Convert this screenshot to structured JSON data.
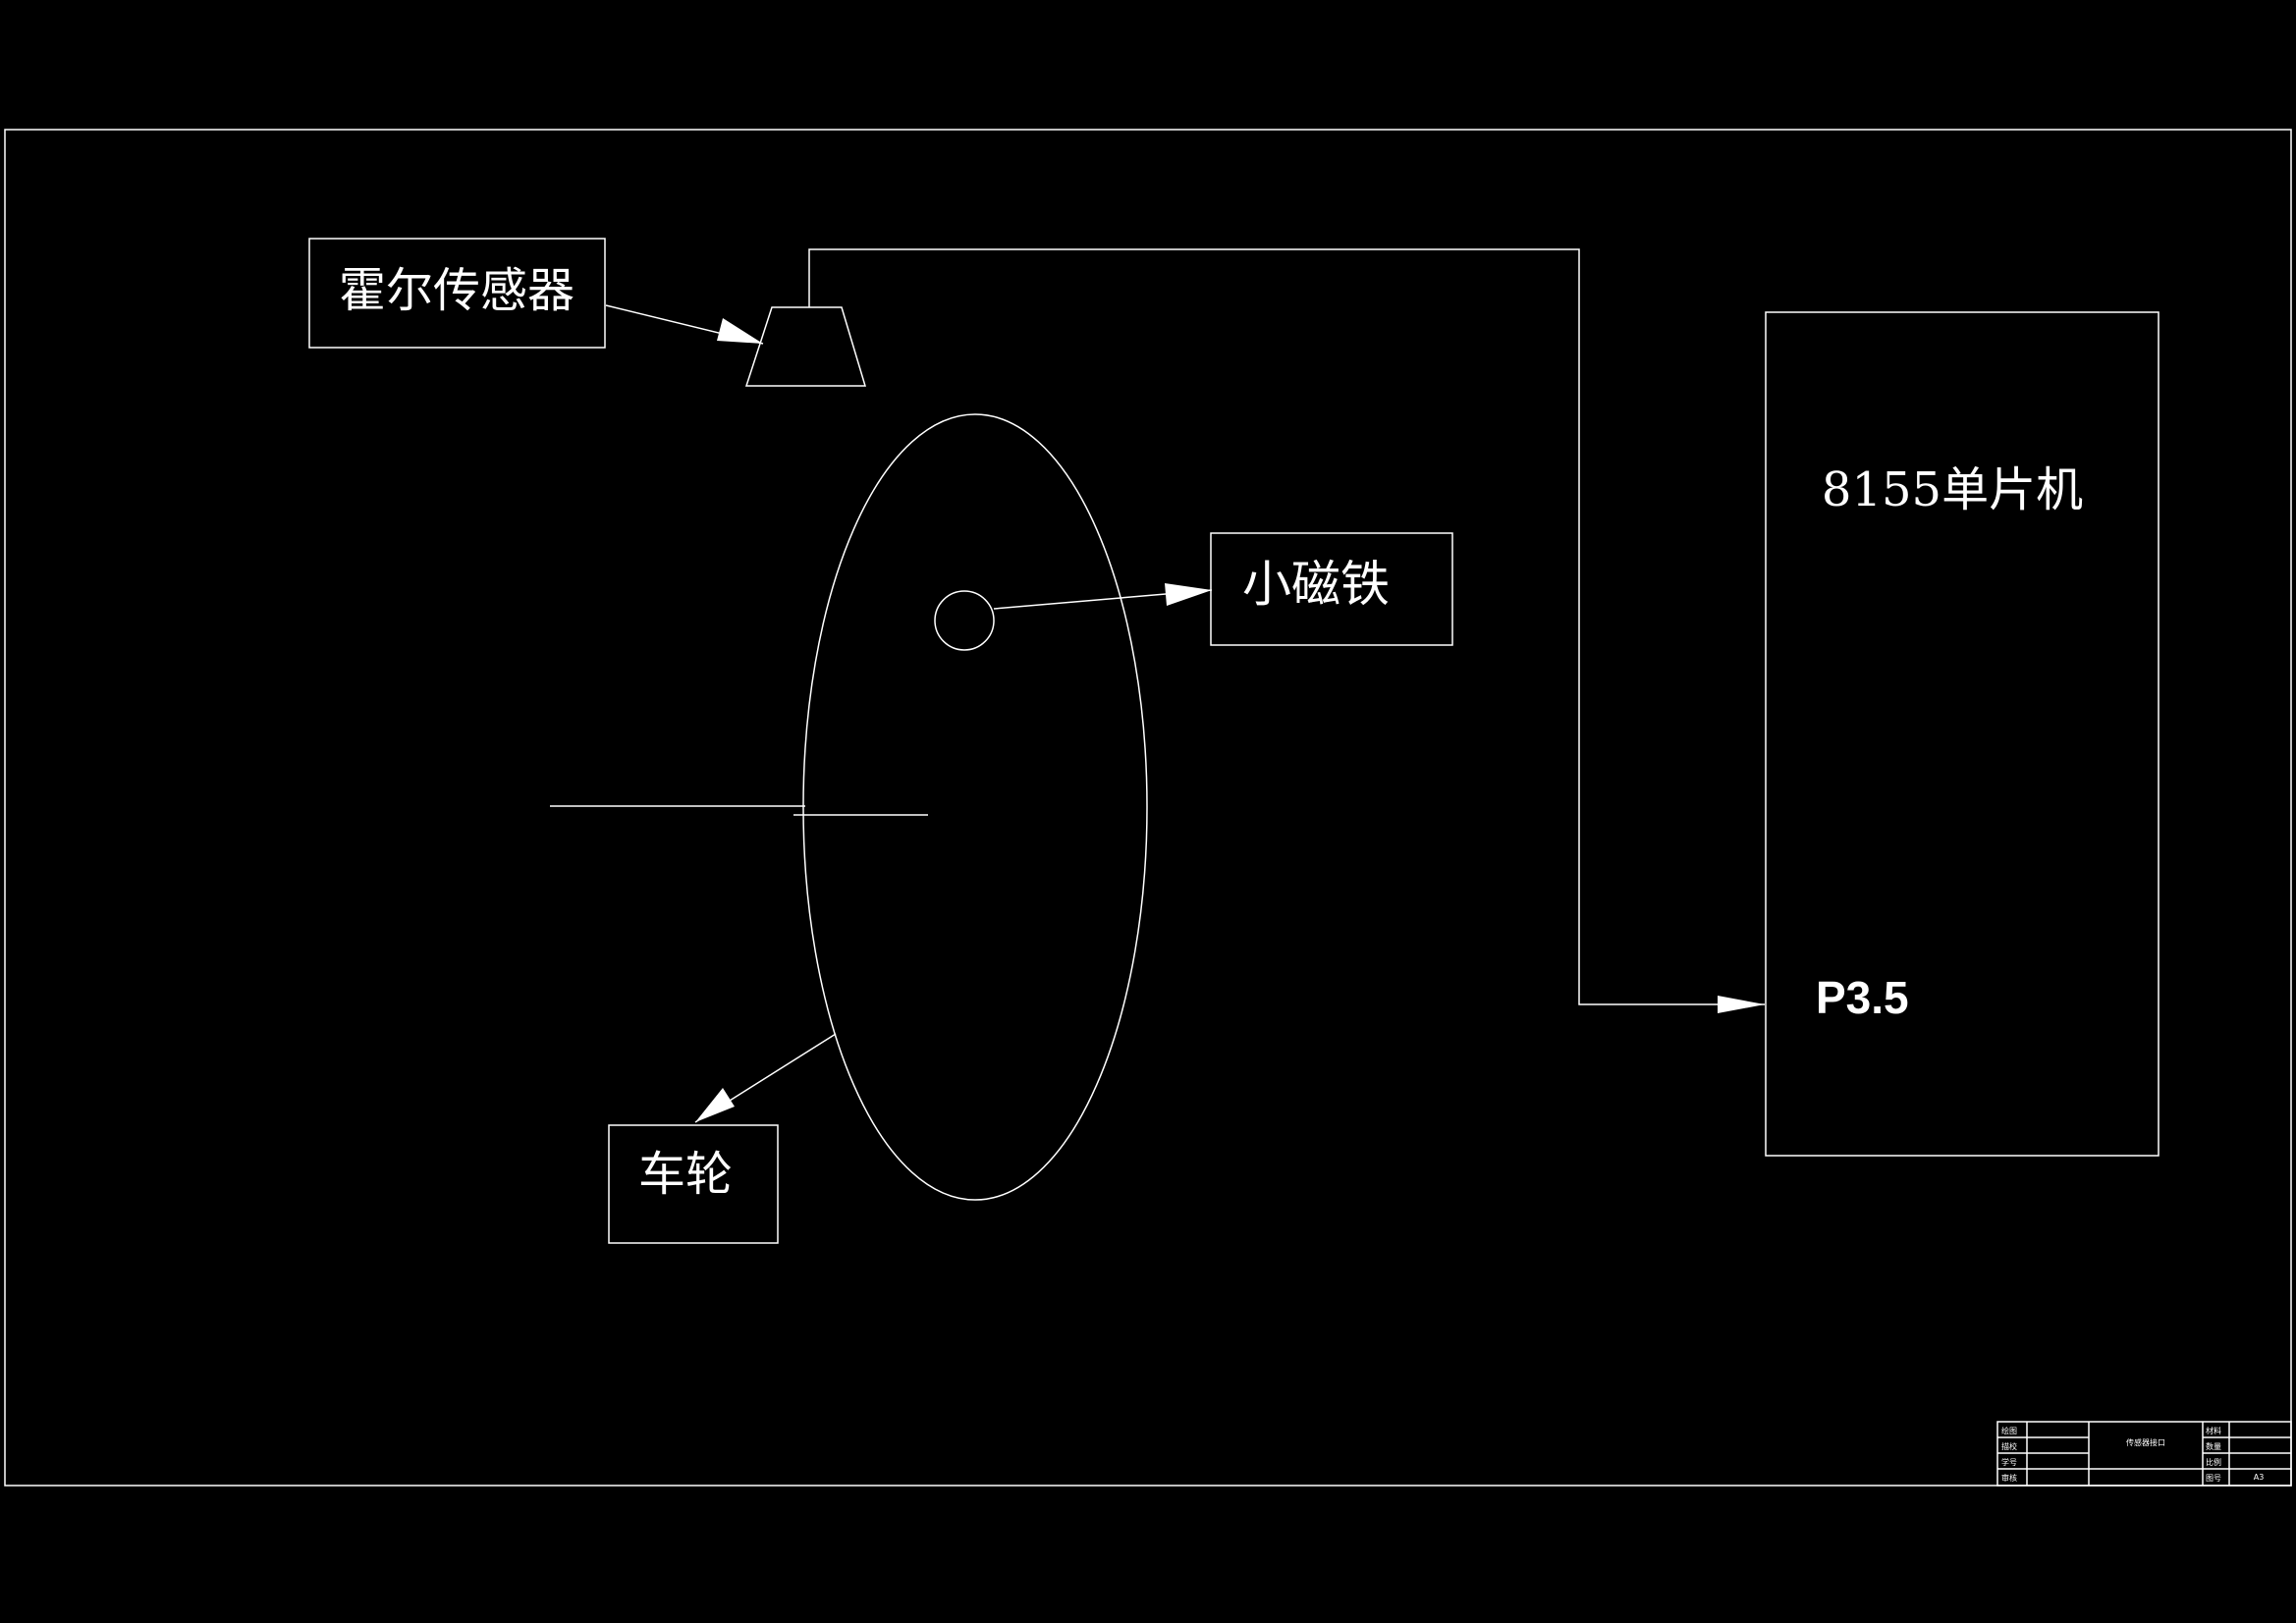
{
  "labels": {
    "hall_sensor": "霍尔传感器",
    "magnet": "小磁铁",
    "wheel": "车轮",
    "mcu": "8155单片机",
    "pin": "P3.5"
  },
  "title_block": {
    "left_fields": [
      "绘图",
      "描校",
      "学号",
      "审核"
    ],
    "drawing_name": "传感器接口",
    "right_fields": [
      "材料",
      "数量",
      "比例",
      "图号"
    ],
    "drawing_no": "A3"
  },
  "colors": {
    "background": "#000000",
    "line": "#ffffff"
  }
}
